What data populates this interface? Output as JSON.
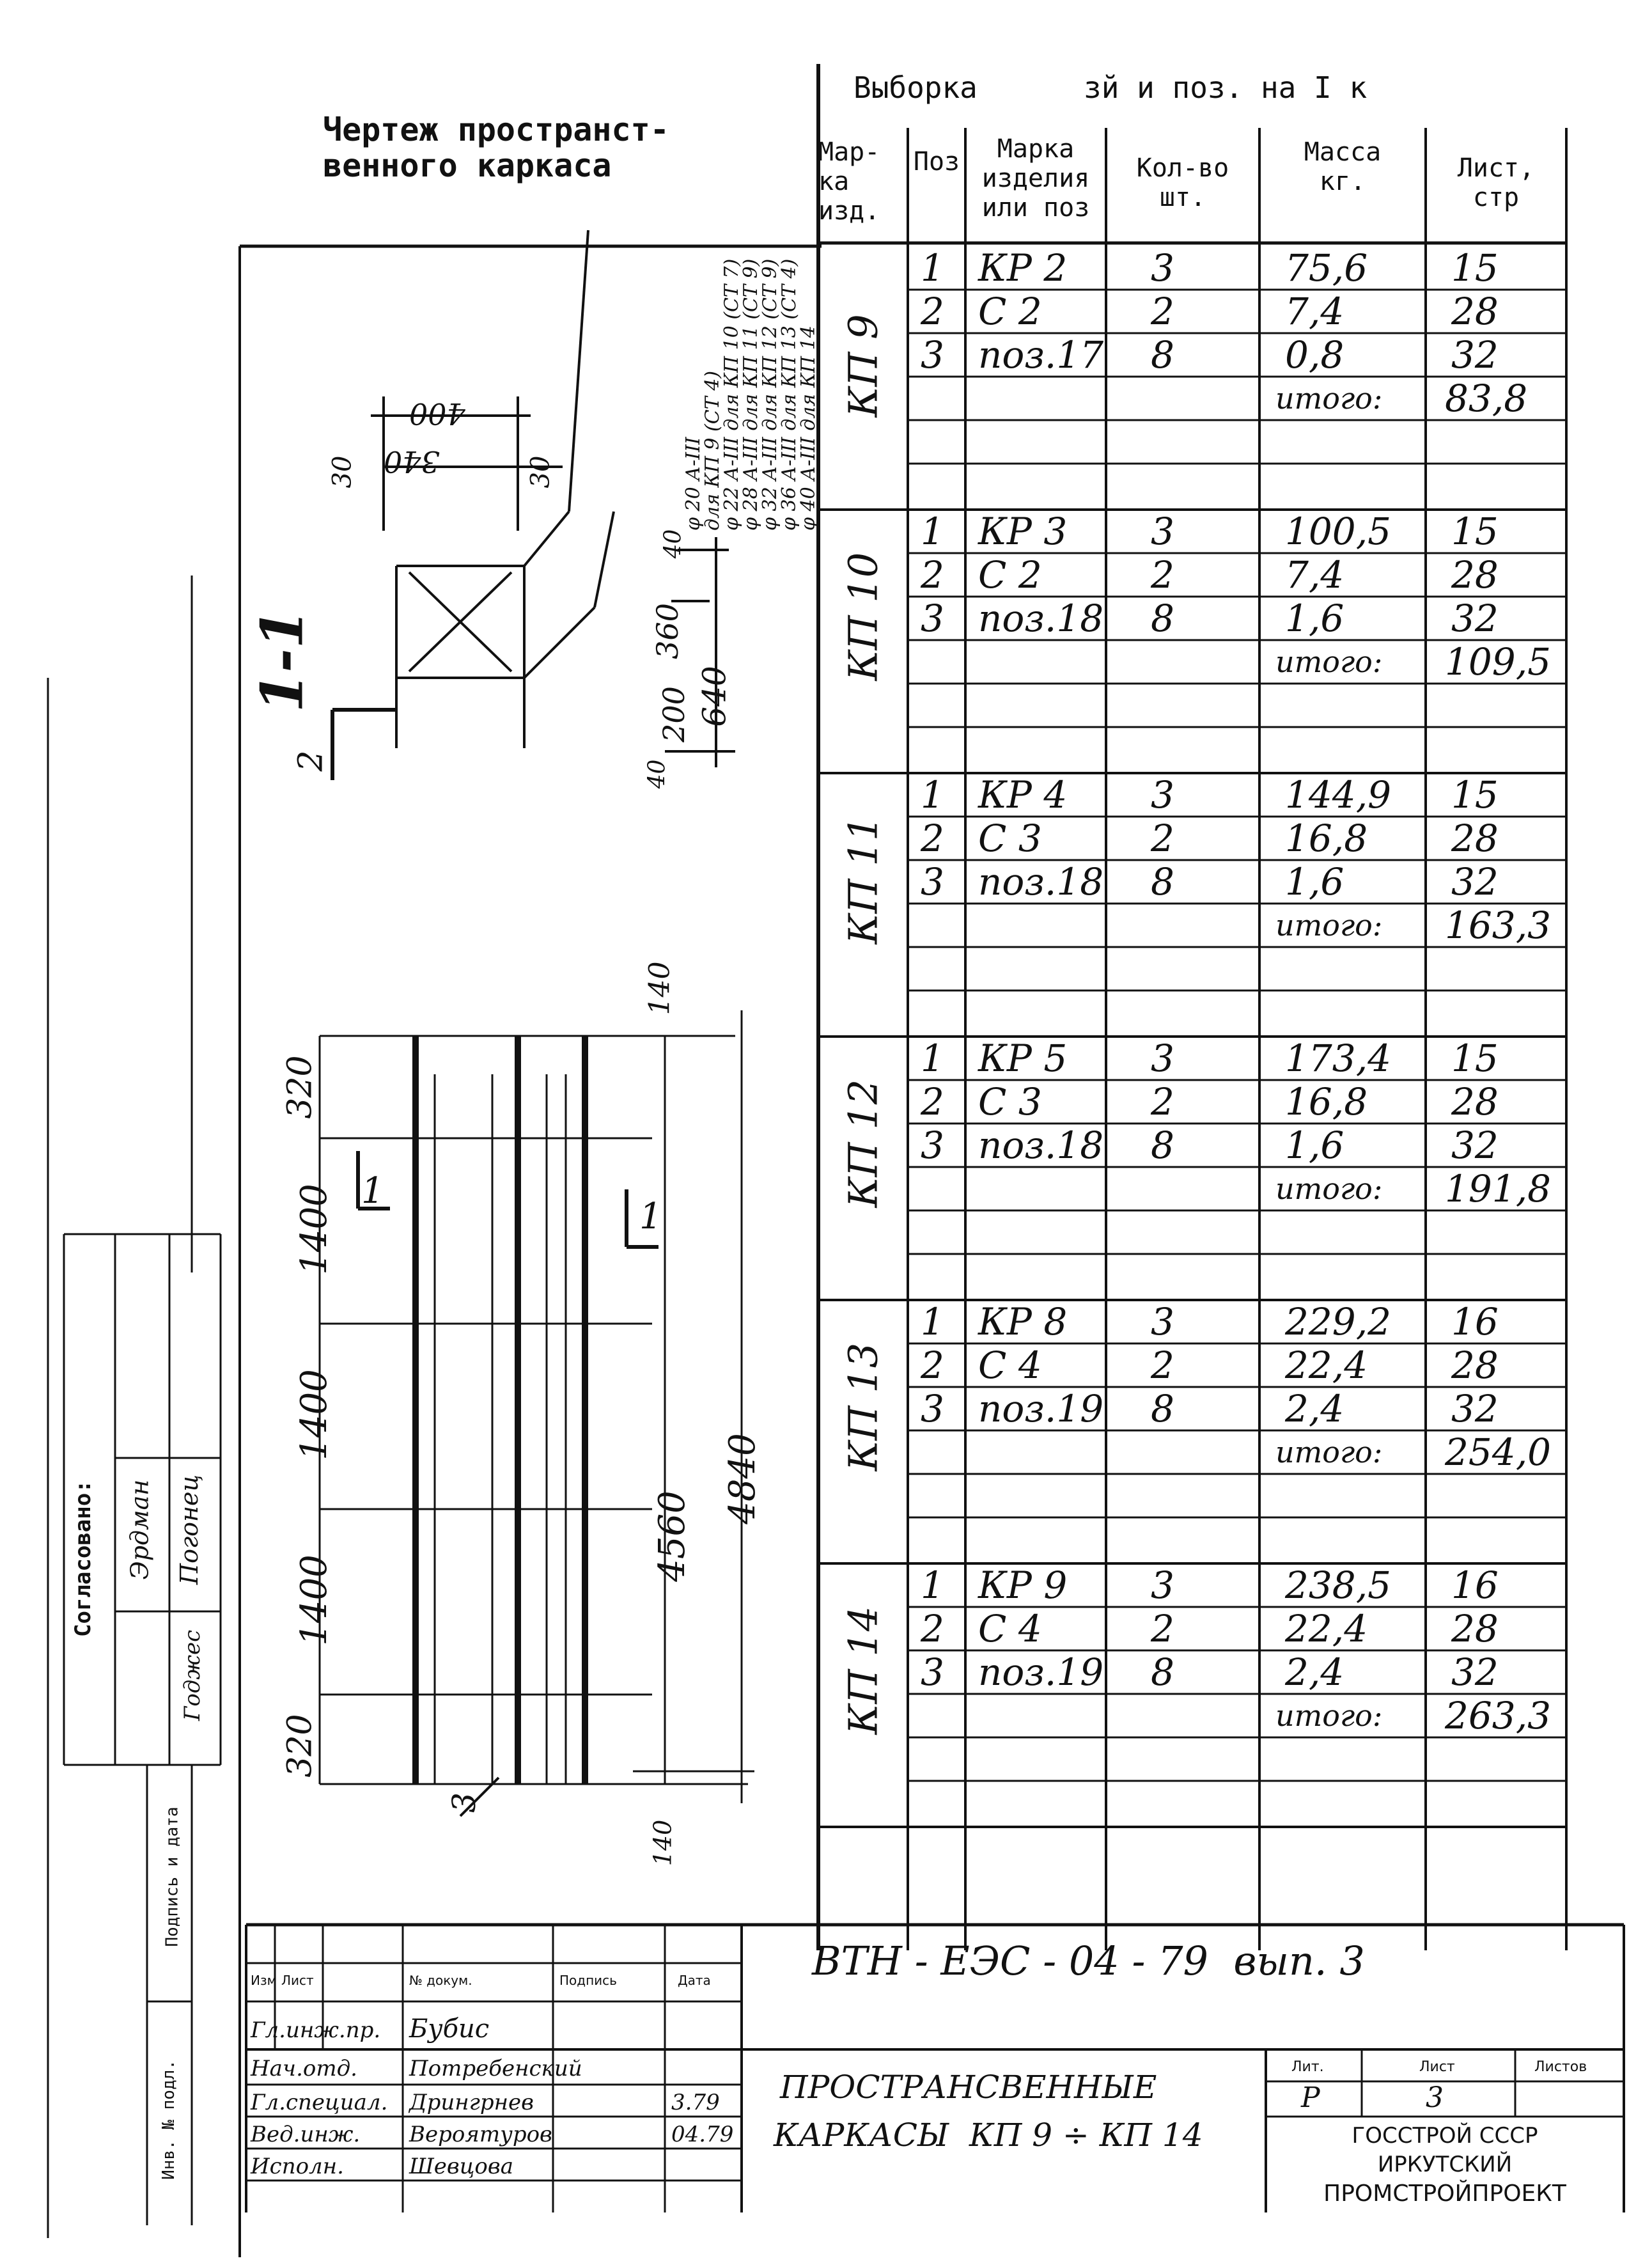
{
  "drawing_title": "Чертеж пространст-\nвенного каркаса",
  "table": {
    "title": "Выборка      зй и поз. на I к",
    "headers": {
      "marka_izd": "Мар-\nка\nизд.",
      "poz": "Поз",
      "marka_izdeliya": "Марка\nизделия\nили поз",
      "kol_vo": "Кол-во\nшт.",
      "massa": "Масса\nкг.",
      "list": "Лист,\nстр"
    },
    "groups": [
      {
        "name": "КП 9",
        "rows": [
          {
            "poz": "1",
            "item": "КР 2",
            "qty": "3",
            "mass": "75,6",
            "sheet": "15"
          },
          {
            "poz": "2",
            "item": "С 2",
            "qty": "2",
            "mass": "7,4",
            "sheet": "28"
          },
          {
            "poz": "3",
            "item": "поз.17",
            "qty": "8",
            "mass": "0,8",
            "sheet": "32"
          }
        ],
        "total_label": "итого:",
        "total": "83,8"
      },
      {
        "name": "КП 10",
        "rows": [
          {
            "poz": "1",
            "item": "КР 3",
            "qty": "3",
            "mass": "100,5",
            "sheet": "15"
          },
          {
            "poz": "2",
            "item": "С 2",
            "qty": "2",
            "mass": "7,4",
            "sheet": "28"
          },
          {
            "poz": "3",
            "item": "поз.18",
            "qty": "8",
            "mass": "1,6",
            "sheet": "32"
          }
        ],
        "total_label": "итого:",
        "total": "109,5"
      },
      {
        "name": "КП 11",
        "rows": [
          {
            "poz": "1",
            "item": "КР 4",
            "qty": "3",
            "mass": "144,9",
            "sheet": "15"
          },
          {
            "poz": "2",
            "item": "С 3",
            "qty": "2",
            "mass": "16,8",
            "sheet": "28"
          },
          {
            "poz": "3",
            "item": "поз.18",
            "qty": "8",
            "mass": "1,6",
            "sheet": "32"
          }
        ],
        "total_label": "итого:",
        "total": "163,3"
      },
      {
        "name": "КП 12",
        "rows": [
          {
            "poz": "1",
            "item": "КР 5",
            "qty": "3",
            "mass": "173,4",
            "sheet": "15"
          },
          {
            "poz": "2",
            "item": "С 3",
            "qty": "2",
            "mass": "16,8",
            "sheet": "28"
          },
          {
            "poz": "3",
            "item": "поз.18",
            "qty": "8",
            "mass": "1,6",
            "sheet": "32"
          }
        ],
        "total_label": "итого:",
        "total": "191,8"
      },
      {
        "name": "КП 13",
        "rows": [
          {
            "poz": "1",
            "item": "КР 8",
            "qty": "3",
            "mass": "229,2",
            "sheet": "16"
          },
          {
            "poz": "2",
            "item": "С 4",
            "qty": "2",
            "mass": "22,4",
            "sheet": "28"
          },
          {
            "poz": "3",
            "item": "поз.19",
            "qty": "8",
            "mass": "2,4",
            "sheet": "32"
          }
        ],
        "total_label": "итого:",
        "total": "254,0"
      },
      {
        "name": "КП 14",
        "rows": [
          {
            "poz": "1",
            "item": "КР 9",
            "qty": "3",
            "mass": "238,5",
            "sheet": "16"
          },
          {
            "poz": "2",
            "item": "С 4",
            "qty": "2",
            "mass": "22,4",
            "sheet": "28"
          },
          {
            "poz": "3",
            "item": "поз.19",
            "qty": "8",
            "mass": "2,4",
            "sheet": "32"
          }
        ],
        "total_label": "итого:",
        "total": "263,3"
      }
    ]
  },
  "section_1_1": {
    "label": "1-1",
    "dims": {
      "d1": "400",
      "d2": "340",
      "d3": "30",
      "d4": "30",
      "d5": "40",
      "d6": "360",
      "d7": "640",
      "d8": "200",
      "d9": "40",
      "pos2": "2"
    },
    "notes": [
      "φ 20 А-III",
      "для КП 9 (СТ 4)",
      "φ 22 А-III для КП 10 (СТ 7)",
      "φ 28 А-III для КП 11 (СТ 9)",
      "φ 32 А-III для КП 12 (СТ 9)",
      "φ 36 А-III для КП 13 (СТ 4)",
      "φ 40 А-III для КП 14"
    ]
  },
  "elevation": {
    "dims": {
      "top": "320",
      "s1": "1400",
      "s2": "1400",
      "s3": "1400",
      "bottom": "320",
      "inner": "4560",
      "overall": "4840",
      "top_right": "140",
      "bottom_right": "140",
      "pos3": "3"
    },
    "cut_label": "1"
  },
  "side_stamp": {
    "agreed": "Согласовано:",
    "people": [
      "Эрдман",
      "Погонец",
      "Годжес"
    ],
    "signature_date": "Подпись и дата",
    "inv": "Инв. № подл."
  },
  "title_block": {
    "doc_code": "ВТН - ЕЭС - 04 - 79  вып. 3",
    "header": {
      "izm": "Изм",
      "list": "Лист",
      "doc": "№ докум.",
      "sign": "Подпись",
      "date": "Дата"
    },
    "staff": [
      {
        "role": "Гл.инж.пр.",
        "name": "Бубис"
      },
      {
        "role": "Нач.отд.",
        "name": "Потребенский"
      },
      {
        "role": "Гл.специал.",
        "name": "Дрингрнев",
        "date": "3.79"
      },
      {
        "role": "Вед.инж.",
        "name": "Вероятуров",
        "date": "04.79"
      },
      {
        "role": "Исполн.",
        "name": "Шевцова"
      }
    ],
    "title_line1": "ПРОСТРАНСВЕННЫЕ",
    "title_line2": "КАРКАСЫ  КП 9 ÷ КП 14",
    "stage_hdr": "Лит.",
    "sheet_hdr": "Лист",
    "sheets_hdr": "Листов",
    "stage": "Р",
    "sheet": "3",
    "org_line1": "ГОССТРОЙ СССР",
    "org_line2": "ИРКУТСКИЙ",
    "org_line3": "ПРОМСТРОЙПРОЕКТ"
  }
}
